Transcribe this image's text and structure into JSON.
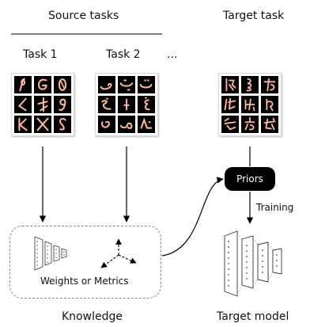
{
  "header": {
    "source_title": "Source tasks",
    "target_title": "Target task",
    "task1_label": "Task 1",
    "task2_label": "Task 2",
    "ellipsis": "..."
  },
  "knowledge": {
    "caption": "Weights or Metrics",
    "title": "Knowledge"
  },
  "priors_label": "Priors",
  "training_label": "Training",
  "target_model_label": "Target model",
  "colors": {
    "glyph_stroke": "#ffb8a0",
    "cell_background": "#000000",
    "priors_background": "#000000",
    "dashed_border": "#888888"
  },
  "icons": {
    "task1_grid": "latin-handwritten-characters",
    "task2_grid": "arabic-handwritten-characters",
    "target_grid": "cjk-handwritten-characters",
    "knowledge_small_network": "neural-network-layers-icon",
    "knowledge_axes": "3d-axes-icon",
    "target_network": "neural-network-layers-icon"
  }
}
